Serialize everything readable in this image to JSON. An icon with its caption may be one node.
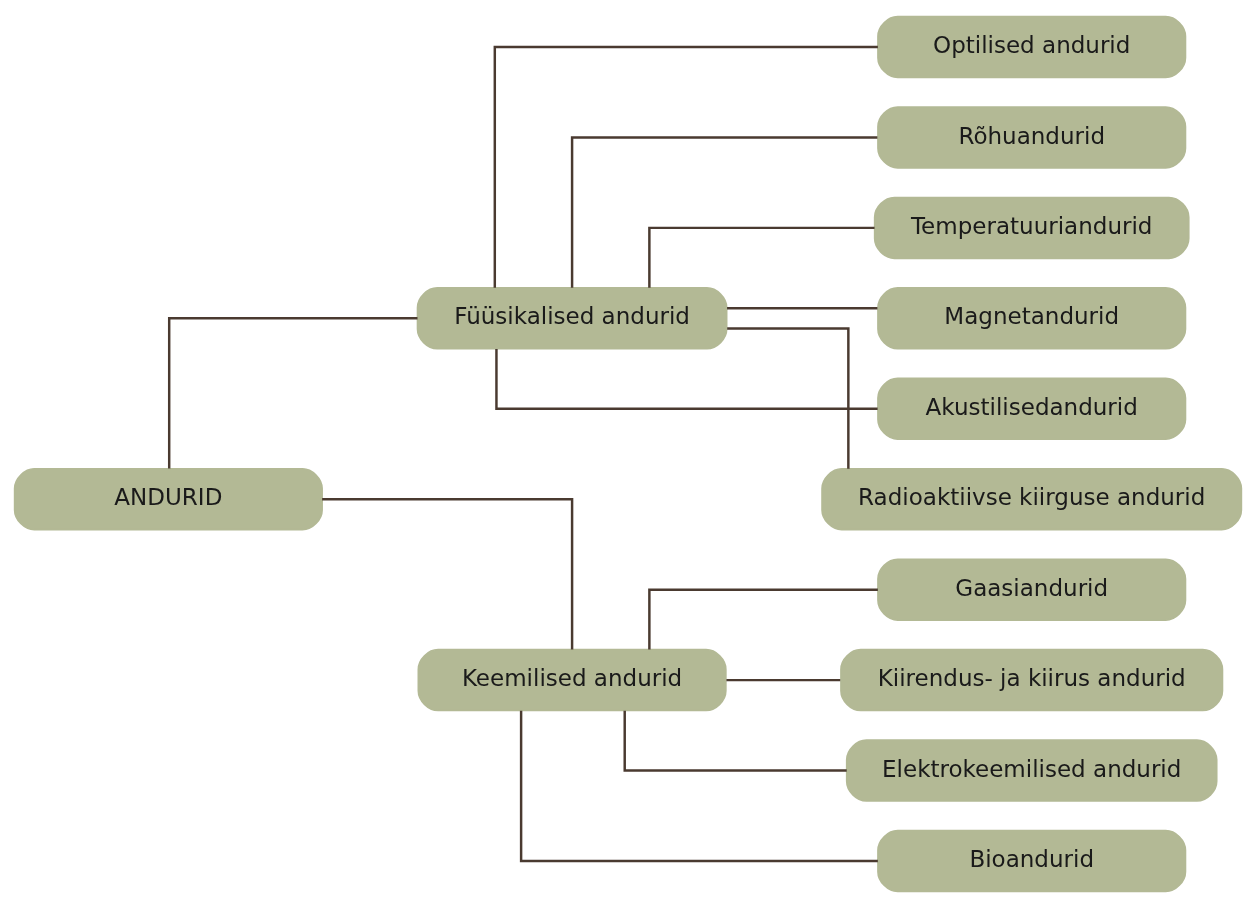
{
  "diagram": {
    "nodes": [
      {
        "text": [
          "ANDURID"
        ]
      },
      {
        "text": [
          "Füüsikalised andurid"
        ]
      },
      {
        "text": [
          "Keemilised andurid"
        ]
      },
      {
        "text": [
          "Optilised andurid"
        ]
      },
      {
        "text": [
          "Rõhuandurid"
        ]
      },
      {
        "text": [
          "Temperatuuriandurid"
        ]
      },
      {
        "text": [
          "Magnetandurid"
        ]
      },
      {
        "text": [
          "Akustilisedandurid"
        ]
      },
      {
        "text": [
          "Radioaktiivse kiirguse andurid"
        ]
      },
      {
        "text": [
          "Gaasiandurid"
        ]
      },
      {
        "text": [
          "Kiirendus- ja kiirus andurid"
        ]
      },
      {
        "text": [
          "Elektrokeemilised andurid"
        ]
      },
      {
        "text": [
          "Bioandurid"
        ]
      }
    ],
    "edges": [
      {
        "from": 0,
        "to": 1,
        "arrow": "none"
      },
      {
        "from": 0,
        "to": 2,
        "arrow": "none"
      },
      {
        "from": 1,
        "to": 3,
        "arrow": "none"
      },
      {
        "from": 1,
        "to": 4,
        "arrow": "none"
      },
      {
        "from": 1,
        "to": 5,
        "arrow": "none"
      },
      {
        "from": 1,
        "to": 6,
        "arrow": "none"
      },
      {
        "from": 1,
        "to": 7,
        "arrow": "none"
      },
      {
        "from": 1,
        "to": 8,
        "arrow": "none"
      },
      {
        "from": 2,
        "to": 9,
        "arrow": "none"
      },
      {
        "from": 2,
        "to": 10,
        "arrow": "none"
      },
      {
        "from": 2,
        "to": 11,
        "arrow": "none"
      },
      {
        "from": 2,
        "to": 12,
        "arrow": "none"
      }
    ]
  }
}
